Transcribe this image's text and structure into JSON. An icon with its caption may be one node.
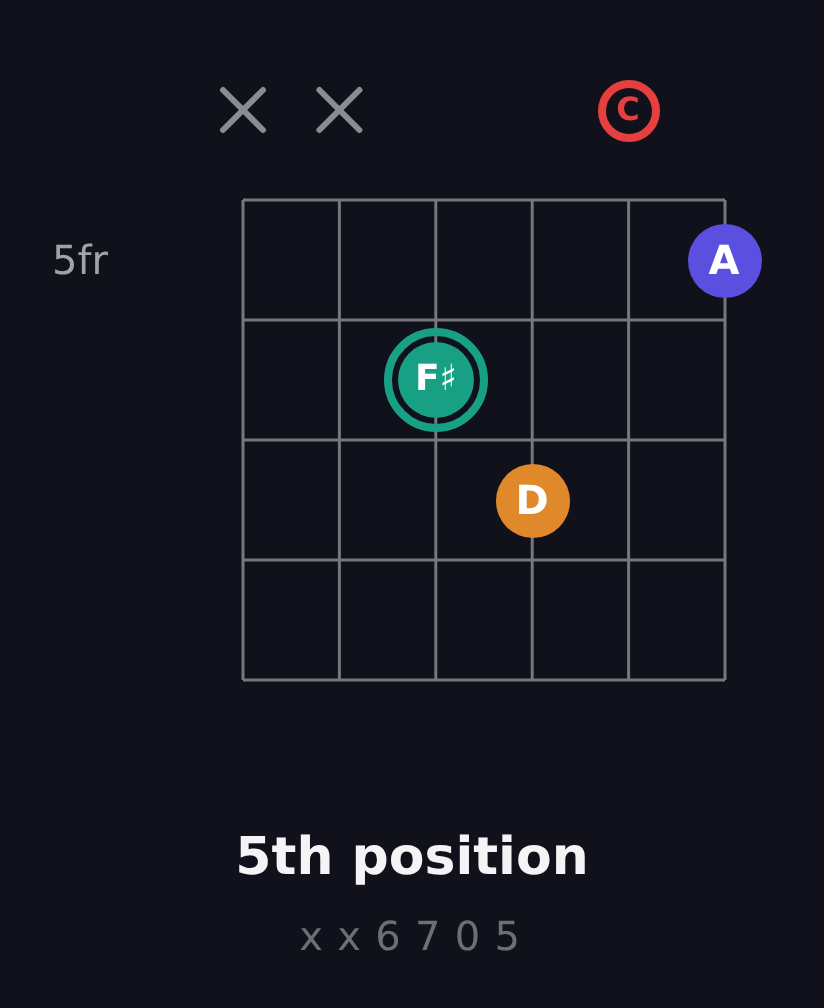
{
  "diagram": {
    "title": "5th position",
    "caption": "x x 6 7 0 5",
    "nodes": [
      {
        "text": [
          "C"
        ]
      },
      {
        "text": [
          "A"
        ]
      },
      {
        "text": [
          "F♯"
        ]
      },
      {
        "text": [
          "D"
        ]
      }
    ],
    "labels": [
      "5fr"
    ]
  }
}
